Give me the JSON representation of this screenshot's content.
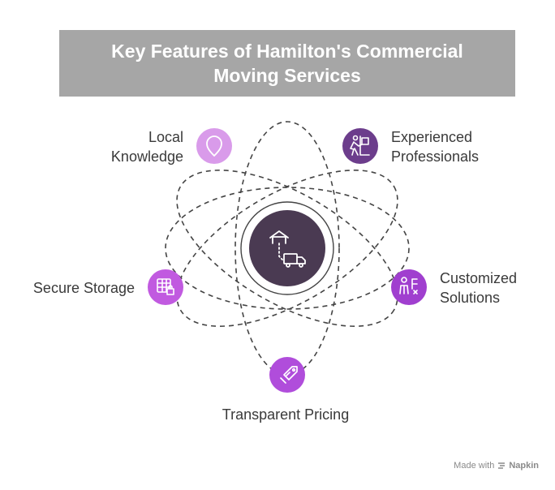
{
  "title": "Key Features of Hamilton's Commercial Moving Services",
  "center": {
    "icon": "warehouse-truck-icon",
    "color": "#4a3a52"
  },
  "features": {
    "local": {
      "label": "Local Knowledge",
      "icon": "map-pin-icon",
      "color": "#d99bea"
    },
    "experienced": {
      "label": "Experienced Professionals",
      "icon": "mover-dolly-icon",
      "color": "#6c3d8c"
    },
    "secure": {
      "label": "Secure Storage",
      "icon": "storage-lock-icon",
      "color": "#c15ae0"
    },
    "customized": {
      "label": "Customized Solutions",
      "icon": "person-settings-icon",
      "color": "#a03fcf"
    },
    "transparent": {
      "label": "Transparent Pricing",
      "icon": "price-tag-icon",
      "color": "#b04ddb"
    }
  },
  "footer": {
    "made_with": "Made with",
    "brand": "Napkin"
  },
  "colors": {
    "title_bg": "#a6a6a6",
    "orbit": "#444444",
    "label_text": "#3a3a3a"
  }
}
